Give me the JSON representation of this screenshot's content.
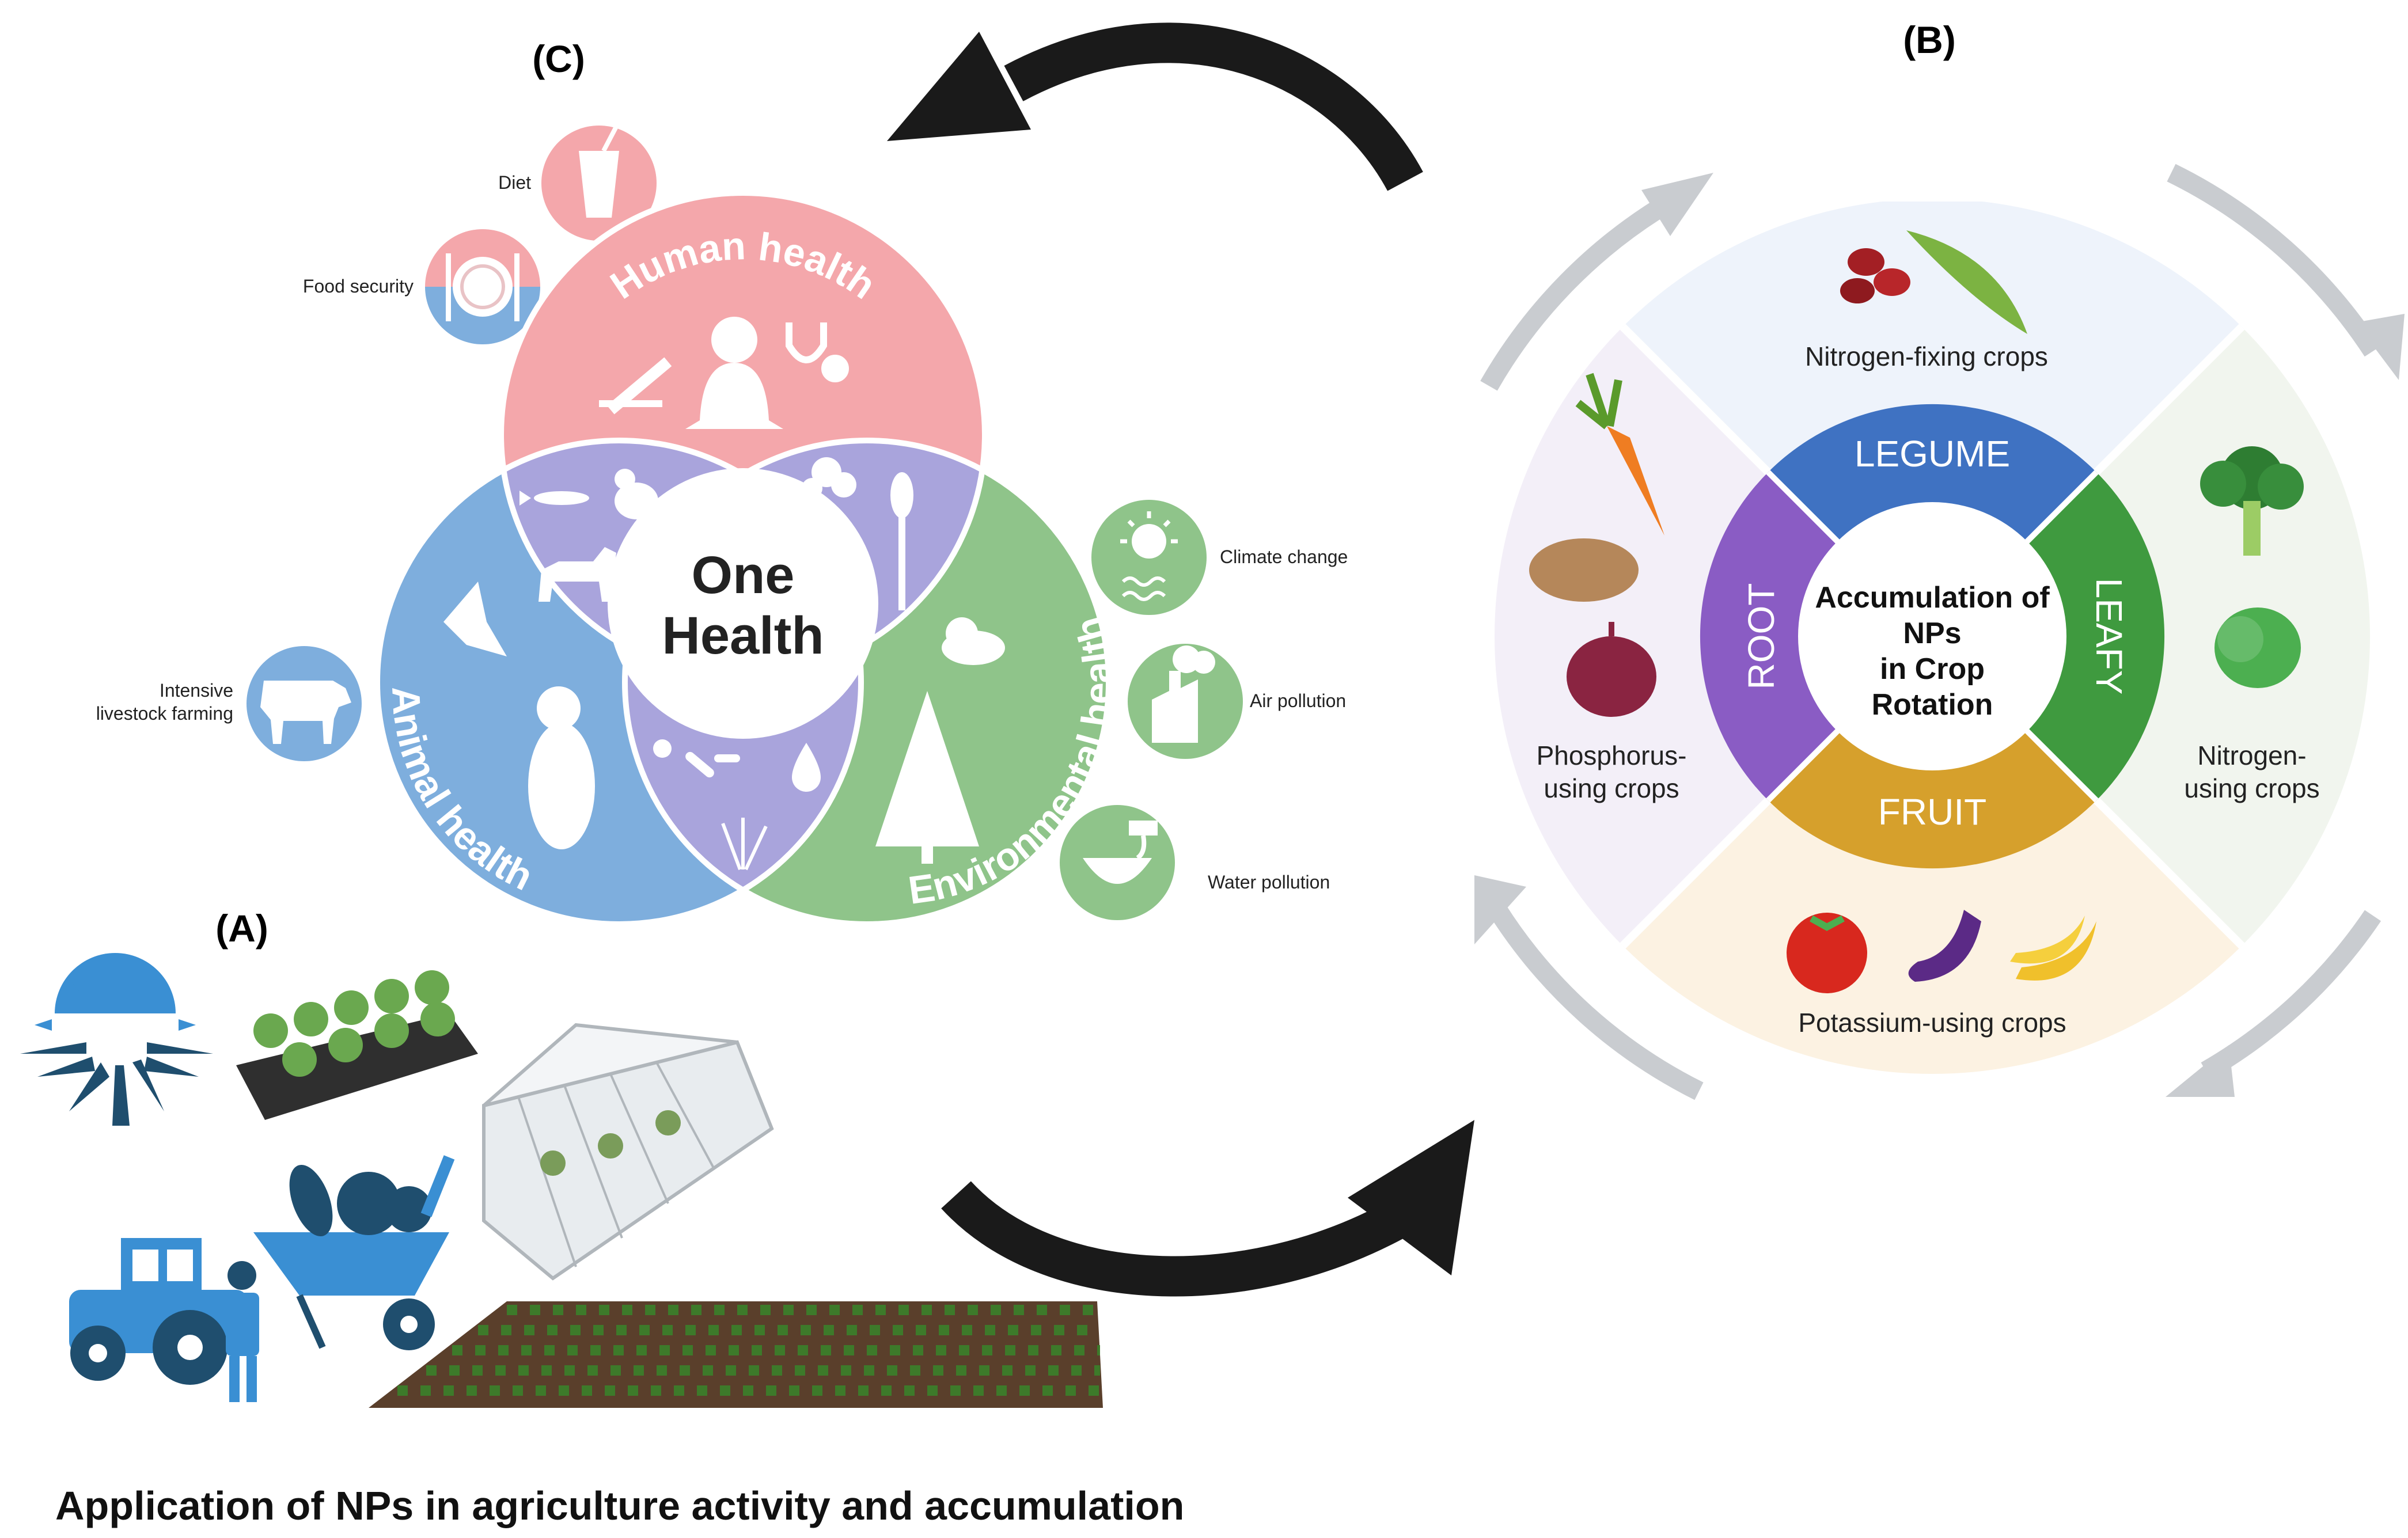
{
  "panel_labels": {
    "a": "(A)",
    "b": "(B)",
    "c": "(C)"
  },
  "one_health": {
    "center_line1": "One",
    "center_line2": "Health",
    "human": "Human health",
    "animal": "Animal health",
    "environment": "Environmental health",
    "side_labels": {
      "diet": "Diet",
      "food_security": "Food security",
      "livestock_line1": "Intensive",
      "livestock_line2": "livestock farming",
      "climate": "Climate change",
      "air": "Air pollution",
      "water": "Water pollution"
    }
  },
  "crop_rotation": {
    "center_line1": "Accumulation of",
    "center_line2": "NPs",
    "center_line3": "in Crop",
    "center_line4": "Rotation",
    "legume": "LEGUME",
    "leafy": "LEAFY",
    "fruit": "FRUIT",
    "root": "ROOT",
    "nitrogen_fixing": "Nitrogen-fixing crops",
    "nitrogen_using_line1": "Nitrogen-",
    "nitrogen_using_line2": "using crops",
    "potassium": "Potassium-using crops",
    "phosphorus_line1": "Phosphorus-",
    "phosphorus_line2": "using crops"
  },
  "caption": "Application of NPs in agriculture activity and accumulation",
  "colors": {
    "human": "#f4a7ab",
    "animal": "#7eaedd",
    "environment": "#8fc48a",
    "overlap": "#a9a4dc",
    "legume": "#3f72c2",
    "leafy": "#3f9a3f",
    "fruit": "#d6a02c",
    "root": "#8a5cc4"
  }
}
